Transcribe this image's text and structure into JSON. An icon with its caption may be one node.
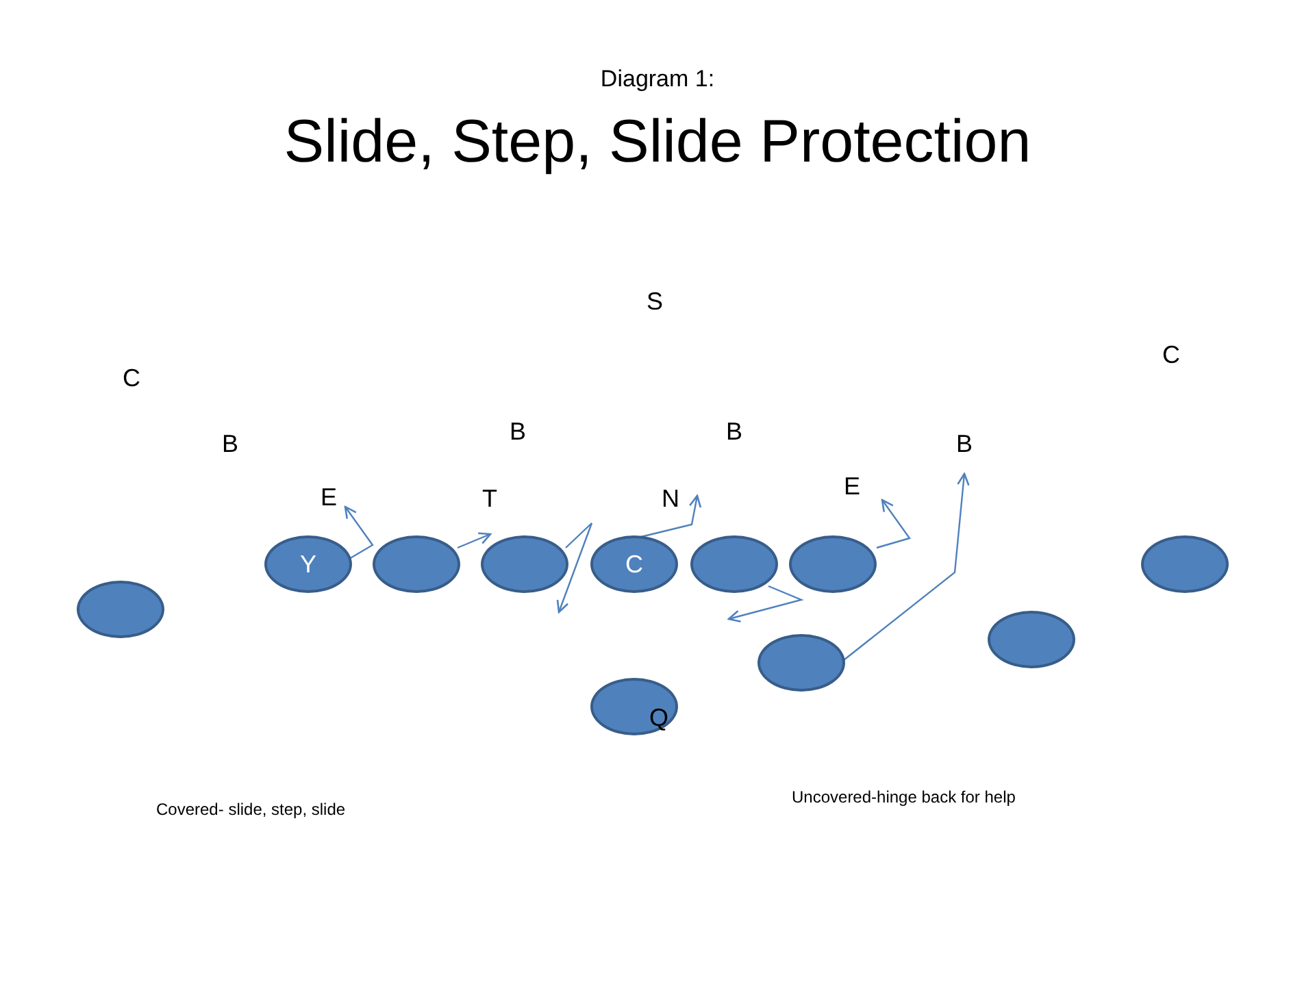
{
  "diagram": {
    "title": "Slide, Step, Slide Protection",
    "nodes": [
      {
        "text": [
          "E"
        ]
      },
      {
        "text": [
          "T"
        ]
      },
      {
        "text": [
          "N"
        ]
      },
      {
        "text": [
          "E"
        ]
      },
      {
        "text": [
          "B"
        ]
      },
      {
        "text": [
          "Y"
        ]
      },
      {
        "text": [],
        "shape": "ellipse"
      },
      {
        "text": [],
        "shape": "ellipse"
      },
      {
        "text": [
          "C"
        ]
      },
      {
        "text": [],
        "shape": "ellipse"
      },
      {
        "text": [],
        "shape": "ellipse"
      },
      {
        "text": [],
        "shape": "ellipse"
      },
      {
        "text": [],
        "shape": "ellipse"
      },
      {
        "text": [],
        "shape": "ellipse"
      },
      {
        "text": [],
        "shape": "ellipse"
      },
      {
        "text": [
          "Q"
        ]
      }
    ],
    "edges": [
      {
        "from": 5,
        "to": 0,
        "arrow": "to"
      },
      {
        "from": 6,
        "to": 1,
        "arrow": "to"
      },
      {
        "from": 7,
        "to": null,
        "arrow": "to"
      },
      {
        "from": 8,
        "to": 2,
        "arrow": "to"
      },
      {
        "from": 9,
        "to": null,
        "arrow": "to"
      },
      {
        "from": 10,
        "to": 3,
        "arrow": "to"
      },
      {
        "from": 14,
        "to": 4,
        "arrow": "to"
      }
    ],
    "labels": [
      "Diagram 1:",
      "S",
      "C",
      "C",
      "B",
      "B",
      "B",
      "Covered- slide, step, slide",
      "Uncovered-hinge back for help"
    ]
  }
}
